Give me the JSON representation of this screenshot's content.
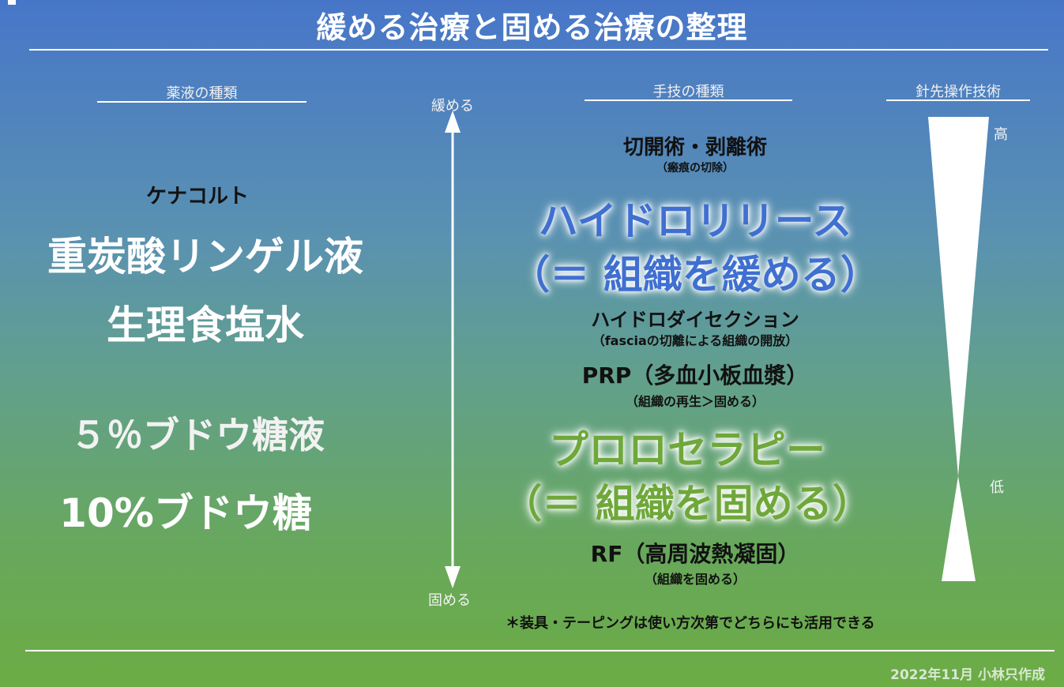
{
  "title": "緩める治療と固める治療の整理",
  "columns": {
    "drugs": "薬液の種類",
    "techniques": "手技の種類",
    "needle": "針先操作技術"
  },
  "axis": {
    "top": "緩める",
    "bottom": "固める"
  },
  "drugs": [
    "ケナコルト",
    "重炭酸リンゲル液",
    "生理食塩水",
    "５％ブドウ糖液",
    "10%ブドウ糖"
  ],
  "techniques": [
    {
      "name": "切開術・剥離術",
      "note": "（瘢痕の切除）"
    },
    {
      "name": "ハイドロリリース",
      "note": "（＝ 組織を緩める）"
    },
    {
      "name": "ハイドロダイセクション",
      "note": "（fasciaの切離による組織の開放）"
    },
    {
      "name": "PRP（多血小板血漿）",
      "note": "（組織の再生＞固める）"
    },
    {
      "name": "プロロセラピー",
      "note": "（＝ 組織を固める）"
    },
    {
      "name": "RF（高周波熱凝固）",
      "note": "（組織を固める）"
    }
  ],
  "needle_levels": {
    "high": "高",
    "low": "低"
  },
  "footnote": "＊装具・テーピングは使い方次第でどちらにも活用できる",
  "credit": "2022年11月 小林只作成"
}
